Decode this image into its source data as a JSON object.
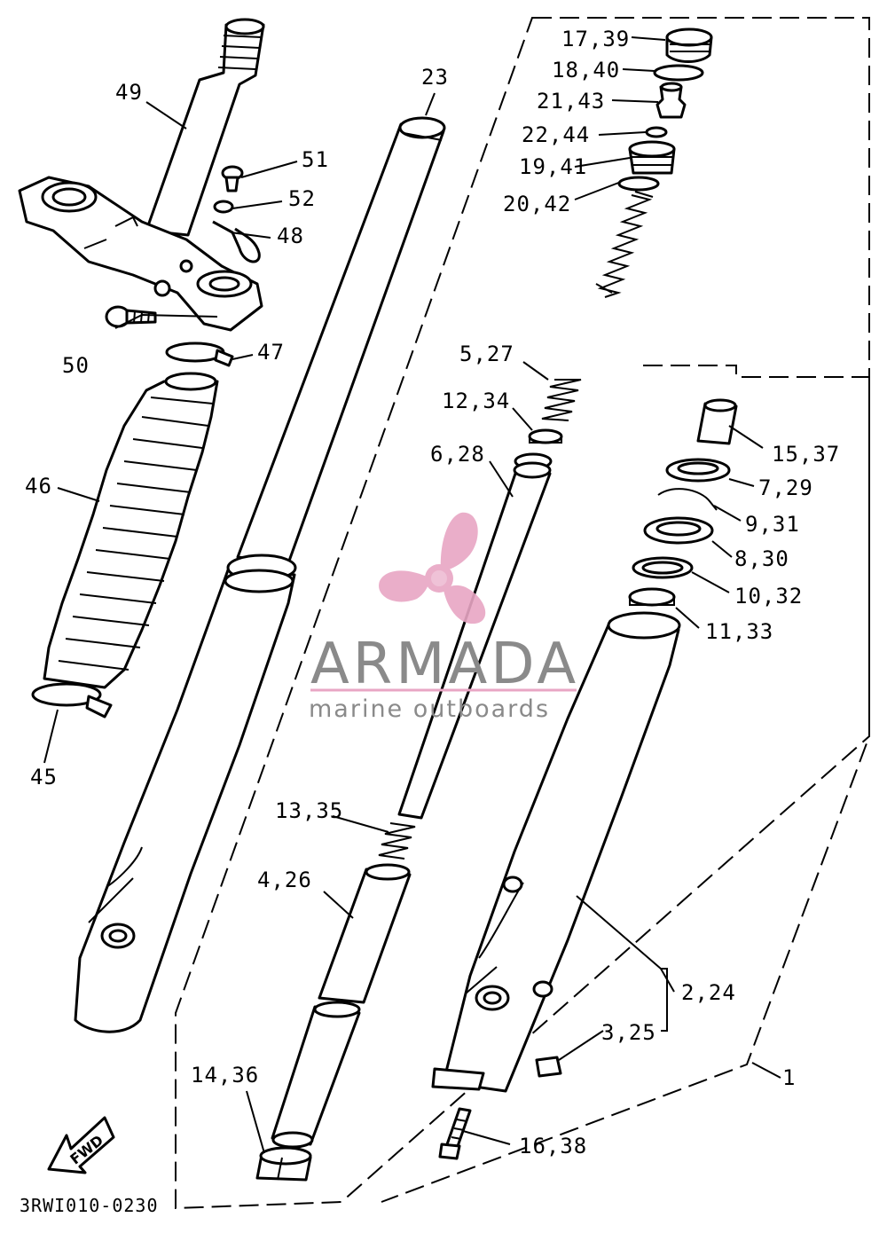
{
  "diagram": {
    "code": "3RWI010-0230",
    "fwd_label": "FWD",
    "labels": {
      "l49": "49",
      "l51": "51",
      "l52": "52",
      "l48": "48",
      "l50": "50",
      "l47": "47",
      "l46": "46",
      "l45": "45",
      "l23": "23",
      "l17_39": "17,39",
      "l18_40": "18,40",
      "l21_43": "21,43",
      "l22_44": "22,44",
      "l19_41": "19,41",
      "l20_42": "20,42",
      "l5_27": "5,27",
      "l12_34": "12,34",
      "l6_28": "6,28",
      "l15_37": "15,37",
      "l7_29": "7,29",
      "l9_31": "9,31",
      "l8_30": "8,30",
      "l10_32": "10,32",
      "l11_33": "11,33",
      "l13_35": "13,35",
      "l4_26": "4,26",
      "l2_24": "2,24",
      "l3_25": "3,25",
      "l1": "1",
      "l14_36": "14,36",
      "l16_38": "16,38"
    }
  },
  "watermark": {
    "brand": "ARMADA",
    "tagline": "marine outboards",
    "color_logo": "#e8a6c4",
    "color_text": "#8a8a8a"
  }
}
